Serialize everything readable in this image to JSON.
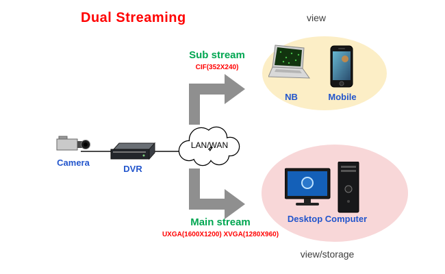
{
  "title": "Dual Streaming",
  "nodes": {
    "camera": "Camera",
    "dvr": "DVR",
    "cloud": "LAN/WAN",
    "nb": "NB",
    "mobile": "Mobile",
    "desktop": "Desktop Computer"
  },
  "streams": {
    "sub_label": "Sub stream",
    "sub_resolution": "CIF(352X240)",
    "main_label": "Main stream",
    "main_resolution": "UXGA(1600X1200) XVGA(1280X960)"
  },
  "zones": {
    "view_label": "view",
    "view_storage_label": "view/storage"
  },
  "colors": {
    "title_red": "#ff0000",
    "stream_green": "#00a651",
    "resolution_red": "#ff0000",
    "device_blue": "#2255cc",
    "zone_text": "#3d3d3d",
    "view_ellipse": "#fceec6",
    "storage_ellipse": "#f8d7d8",
    "arrow_gray": "#8f8f8f"
  }
}
